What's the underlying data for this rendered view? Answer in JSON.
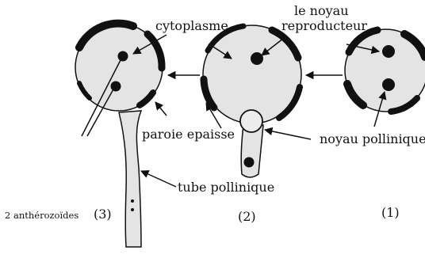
{
  "labels": {
    "cytoplasm": "cytoplasme",
    "nucleus_repro_line1": "le noyau",
    "nucleus_repro_line2": "reproducteur",
    "thick_wall": "paroie epaisse",
    "pollen_nucleus": "noyau pollinique",
    "pollen_tube": "tube pollinique",
    "antherozoids": "2 anthérozoïdes"
  },
  "stages": [
    {
      "label": "(3)"
    },
    {
      "label": "(2)"
    },
    {
      "label": "(1)"
    }
  ],
  "colors": {
    "cell_fill": "#e4e4e4",
    "wall": "#111111",
    "ink": "#111111"
  }
}
